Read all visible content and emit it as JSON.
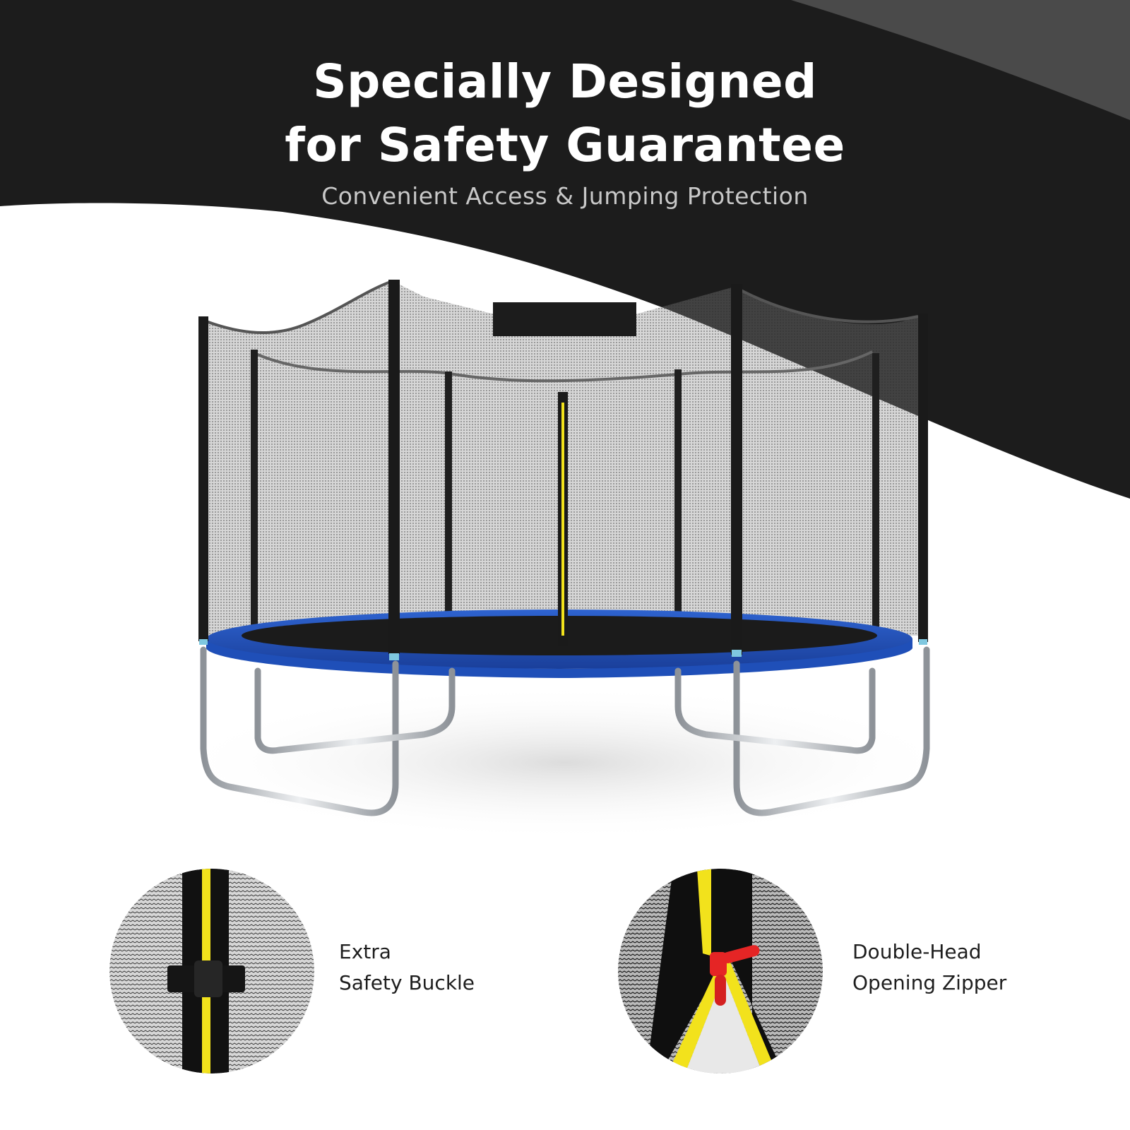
{
  "header": {
    "title_line_1": "Specially Designed",
    "title_line_2": "for Safety Guarantee",
    "subtitle": "Convenient Access & Jumping Protection"
  },
  "product": {
    "name": "trampoline-with-safety-enclosure",
    "colors": {
      "frame_pad": "#1f4fb8",
      "pad_accent": "#7fc8e0",
      "net": "#3a3a3a",
      "poles": "#1a1a1a",
      "zipper": "#f2e21c",
      "steel": "#b8bcc2"
    }
  },
  "features": [
    {
      "line_1": "Extra",
      "line_2": "Safety Buckle",
      "icon": "safety-buckle-icon"
    },
    {
      "line_1": "Double-Head",
      "line_2": "Opening Zipper",
      "icon": "zipper-icon"
    }
  ],
  "theme": {
    "band_dark": "#1c1c1c",
    "band_gray": "#4a4a4a",
    "subtitle_color": "#c8c8c8",
    "text_dark": "#1e1e1e"
  }
}
